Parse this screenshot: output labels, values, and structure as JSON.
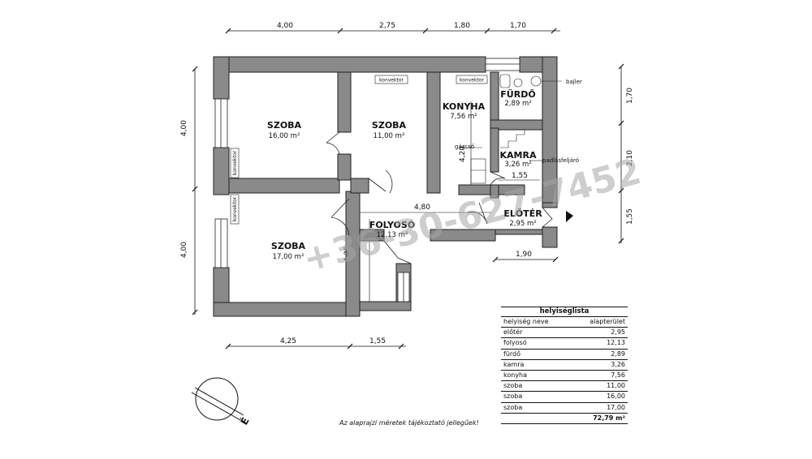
{
  "dimensions": {
    "top": [
      "4,00",
      "2,75",
      "1,80",
      "1,70"
    ],
    "bottom": [
      "4,25",
      "1,55"
    ],
    "left": [
      "4,00",
      "4,00"
    ],
    "right": [
      "1,70",
      "2,10",
      "1,55"
    ],
    "inner": {
      "kamra_width": "1,55",
      "folyoso_length": "4,80",
      "folyoso_height": "4,25",
      "konyha_height": "4,20",
      "eloter_width": "1,90"
    }
  },
  "rooms": {
    "szoba1": {
      "name": "SZOBA",
      "area": "16,00 m²"
    },
    "szoba2": {
      "name": "SZOBA",
      "area": "11,00 m²"
    },
    "szoba3": {
      "name": "SZOBA",
      "area": "17,00 m²"
    },
    "konyha": {
      "name": "KONYHA",
      "area": "7,56 m²"
    },
    "furdo": {
      "name": "FÜRDŐ",
      "area": "2,89 m²"
    },
    "kamra": {
      "name": "KAMRA",
      "area": "3,26 m²"
    },
    "folyoso": {
      "name": "FOLYOSÓ",
      "area": "12,13 m²"
    },
    "eloter": {
      "name": "ELŐTÉR",
      "area": "2,95 m²"
    }
  },
  "fixtures": {
    "konvektor": "konvektor",
    "bajler": "bajler",
    "gazcso": "gázcső",
    "padlasfeljaro": "padlásfeljáró"
  },
  "watermark": "+36-30-627-7452",
  "legend": {
    "title": "helyiséglista",
    "col_name": "helyiség neve",
    "col_area": "alapterület",
    "rows": [
      {
        "name": "előtér",
        "area": "2,95"
      },
      {
        "name": "folyosó",
        "area": "12,13"
      },
      {
        "name": "fürdő",
        "area": "2,89"
      },
      {
        "name": "kamra",
        "area": "3,26"
      },
      {
        "name": "konyha",
        "area": "7,56"
      },
      {
        "name": "szoba",
        "area": "11,00"
      },
      {
        "name": "szoba",
        "area": "16,00"
      },
      {
        "name": "szoba",
        "area": "17,00"
      }
    ],
    "total": "72,79 m²"
  },
  "compass_label": "É",
  "note": "Az alaprajzi méretek tájékoztató jellegűek!"
}
